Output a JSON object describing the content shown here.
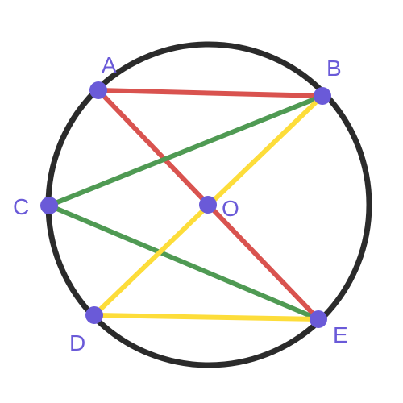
{
  "points": {
    "A": {
      "label": "A"
    },
    "B": {
      "label": "B"
    },
    "C": {
      "label": "C"
    },
    "D": {
      "label": "D"
    },
    "E": {
      "label": "E"
    },
    "O": {
      "label": "O"
    }
  },
  "segments": [
    {
      "id": "AB",
      "from": "A",
      "to": "B",
      "color": "#d9534f"
    },
    {
      "id": "AE",
      "from": "A",
      "to": "E",
      "color": "#d9534f"
    },
    {
      "id": "CB",
      "from": "C",
      "to": "B",
      "color": "#4f9a53"
    },
    {
      "id": "CE",
      "from": "C",
      "to": "E",
      "color": "#4f9a53"
    },
    {
      "id": "DB",
      "from": "D",
      "to": "B",
      "color": "#fddd3a"
    },
    {
      "id": "DE",
      "from": "D",
      "to": "E",
      "color": "#fddd3a"
    }
  ],
  "colors": {
    "circle": "#2b2b2b",
    "point": "#6a5ad8",
    "label": "#6a5ad8"
  }
}
